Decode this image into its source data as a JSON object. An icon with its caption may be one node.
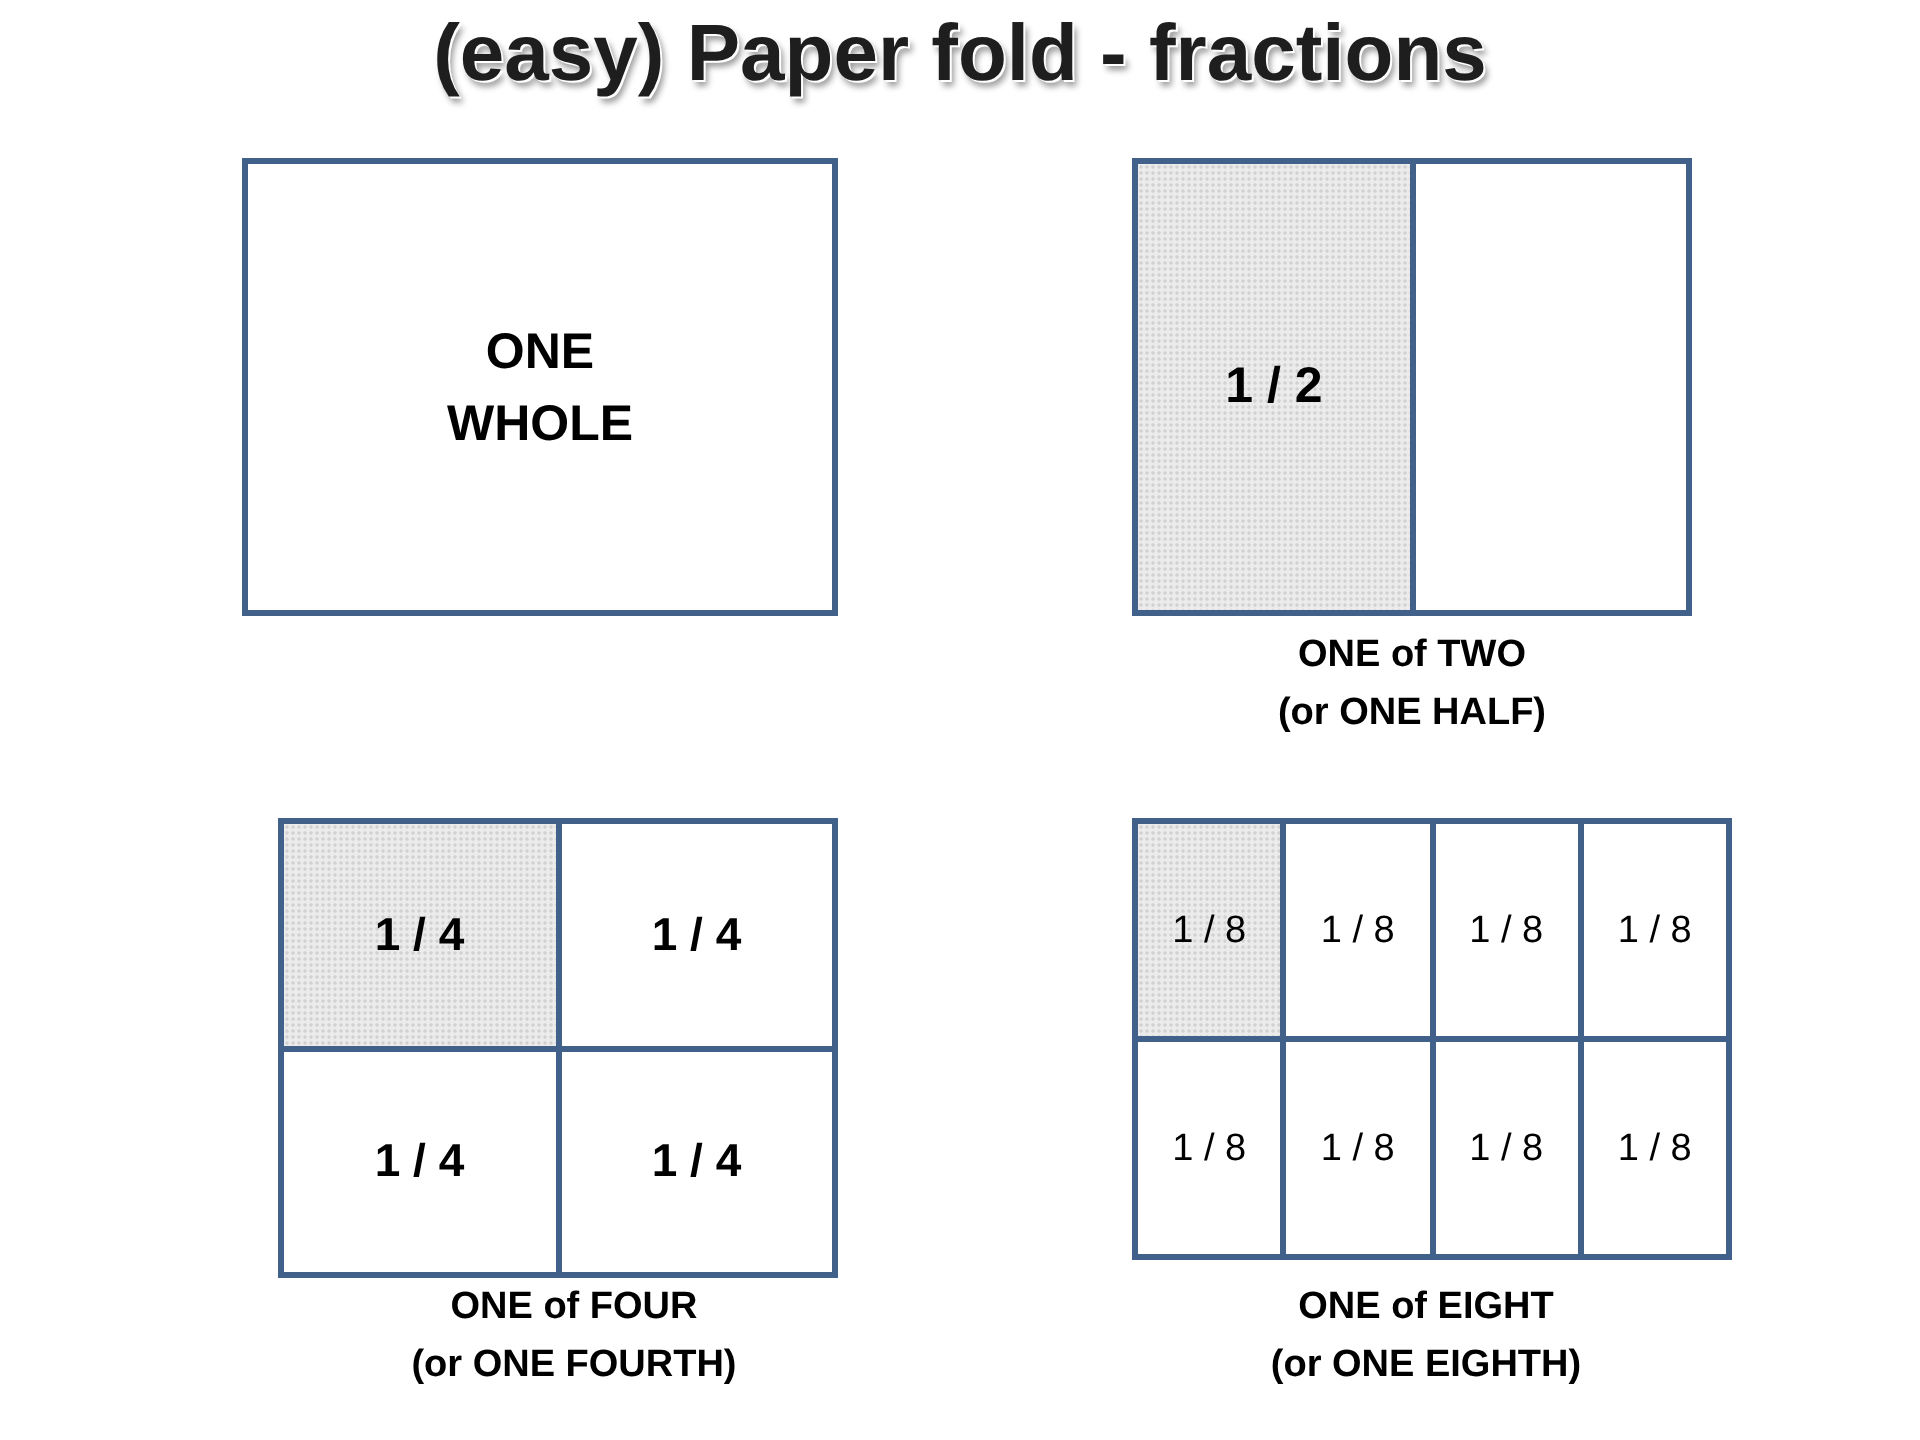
{
  "diagram": {
    "title": "(easy) Paper fold - fractions",
    "nodes": [
      {
        "text": [
          "ONE WHOLE"
        ]
      },
      {
        "text": [],
        "shape": "box",
        "beside": [
          "ONE of TWO",
          "(or ONE HALF)"
        ]
      },
      {
        "text": [
          "1 / 2"
        ],
        "in": 1
      },
      {
        "text": [],
        "shape": "box",
        "in": 1
      },
      {
        "text": [],
        "shape": "box",
        "beside": [
          "ONE of FOUR",
          "(or ONE FOURTH)"
        ]
      },
      {
        "text": [
          "1 / 4"
        ],
        "in": 4
      },
      {
        "text": [
          "1 / 4"
        ],
        "in": 4
      },
      {
        "text": [
          "1 / 4"
        ],
        "in": 4
      },
      {
        "text": [
          "1 / 4"
        ],
        "in": 4
      },
      {
        "text": [],
        "shape": "box",
        "beside": [
          "ONE of EIGHT",
          "(or ONE EIGHTH)"
        ]
      },
      {
        "text": [
          "1 / 8"
        ],
        "in": 9
      },
      {
        "text": [
          "1 / 8"
        ],
        "in": 9
      },
      {
        "text": [
          "1 / 8"
        ],
        "in": 9
      },
      {
        "text": [
          "1 / 8"
        ],
        "in": 9
      },
      {
        "text": [
          "1 / 8"
        ],
        "in": 9
      },
      {
        "text": [
          "1 / 8"
        ],
        "in": 9
      },
      {
        "text": [
          "1 / 8"
        ],
        "in": 9
      },
      {
        "text": [
          "1 / 8"
        ],
        "in": 9
      }
    ]
  }
}
